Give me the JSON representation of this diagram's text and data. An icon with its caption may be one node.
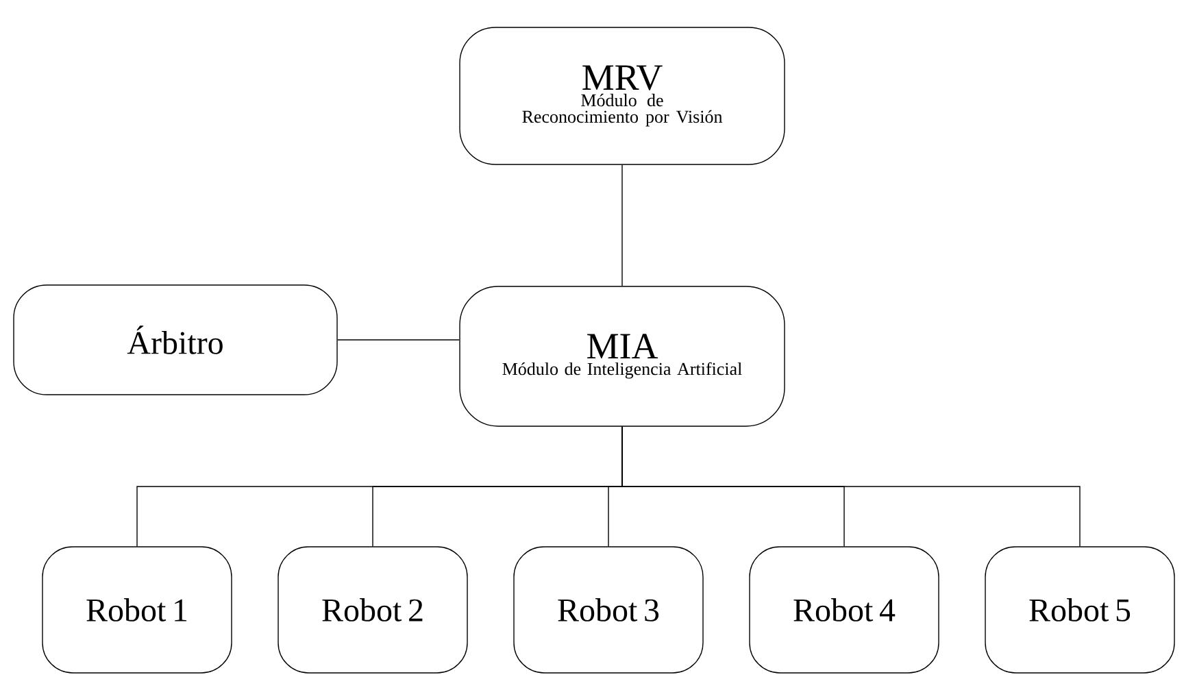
{
  "diagram": {
    "nodes": [
      {
        "text": [
          "MRV",
          "Módulo de Reconocimiento por Visión"
        ]
      },
      {
        "text": [
          "Árbitro"
        ]
      },
      {
        "text": [
          "MIA",
          "Módulo de Inteligencia Artificial"
        ]
      },
      {
        "text": [
          "Robot 1"
        ]
      },
      {
        "text": [
          "Robot 2"
        ]
      },
      {
        "text": [
          "Robot 3"
        ]
      },
      {
        "text": [
          "Robot 4"
        ]
      },
      {
        "text": [
          "Robot 5"
        ]
      }
    ],
    "edges": [
      {
        "from": 0,
        "to": 2,
        "arrow": "none"
      },
      {
        "from": 1,
        "to": 2,
        "arrow": "none"
      },
      {
        "from": 2,
        "to": 3,
        "arrow": "none"
      },
      {
        "from": 2,
        "to": 4,
        "arrow": "none"
      },
      {
        "from": 2,
        "to": 5,
        "arrow": "none"
      },
      {
        "from": 2,
        "to": 6,
        "arrow": "none"
      },
      {
        "from": 2,
        "to": 7,
        "arrow": "none"
      }
    ]
  }
}
